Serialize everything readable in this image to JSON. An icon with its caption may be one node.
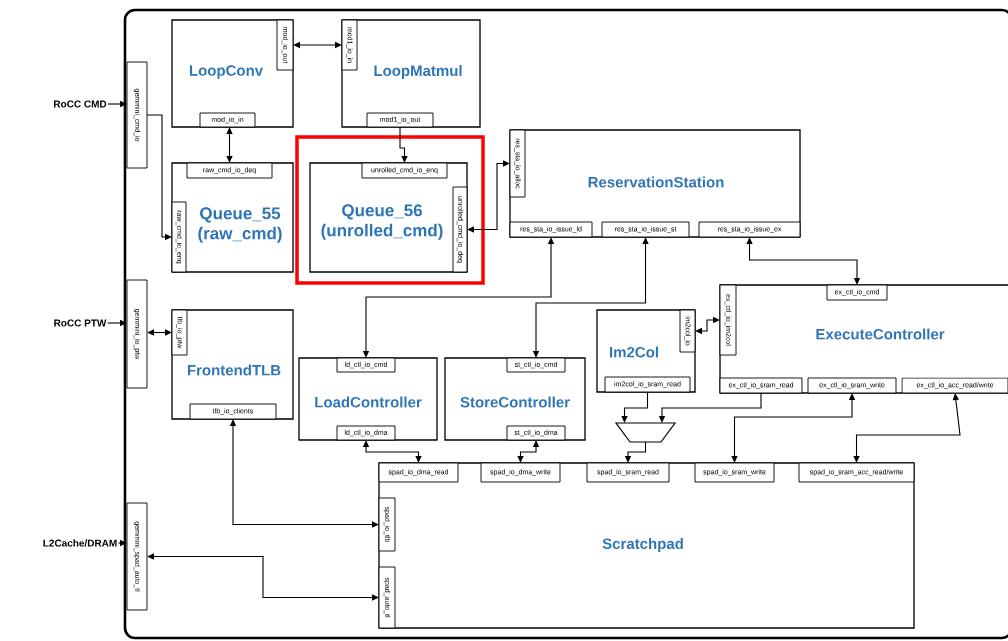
{
  "diagram": {
    "nodes": [
      {
        "text": [],
        "shape": "box"
      },
      {
        "text": [
          "RoCC CMD"
        ]
      },
      {
        "text": [
          "RoCC PTW"
        ]
      },
      {
        "text": [
          "L2Cache/DRAM"
        ]
      },
      {
        "text": [
          "gemmini_cmd_io"
        ],
        "in": 0
      },
      {
        "text": [
          "gemmini_io_ptw"
        ],
        "in": 0
      },
      {
        "text": [
          "gemmini_spad_auto_tl"
        ],
        "in": 0
      },
      {
        "text": [
          "LoopConv"
        ],
        "in": 0
      },
      {
        "text": [
          "mod_io_out"
        ],
        "in": 7
      },
      {
        "text": [
          "mod_io_in"
        ],
        "in": 7
      },
      {
        "text": [
          "LoopMatmul"
        ],
        "in": 0
      },
      {
        "text": [
          "mod1_io_in"
        ],
        "in": 10
      },
      {
        "text": [
          "mod1_io_out"
        ],
        "in": 10
      },
      {
        "text": [
          "Queue_55 (raw_cmd)"
        ],
        "in": 0
      },
      {
        "text": [
          "raw_cmd_io_deq"
        ],
        "in": 13
      },
      {
        "text": [
          "raw_cmd_io_enq"
        ],
        "in": 13
      },
      {
        "text": [],
        "shape": "box",
        "in": 0
      },
      {
        "text": [
          "Queue_56 (unrolled_cmd)"
        ],
        "in": 16
      },
      {
        "text": [
          "unrolled_cmd_io_enq"
        ],
        "in": 17
      },
      {
        "text": [
          "unrolled_cmd_io_deq"
        ],
        "in": 17
      },
      {
        "text": [
          "ReservationStation"
        ],
        "in": 0
      },
      {
        "text": [
          "res_sta_io_alloc"
        ],
        "in": 20
      },
      {
        "text": [
          "res_sta_io_issue_ld"
        ],
        "in": 20
      },
      {
        "text": [
          "res_sta_io_issue_st"
        ],
        "in": 20
      },
      {
        "text": [
          "res_sta_io_issue_ex"
        ],
        "in": 20
      },
      {
        "text": [
          "FrontendTLB"
        ],
        "in": 0
      },
      {
        "text": [
          "tlb_io_ptw"
        ],
        "in": 25
      },
      {
        "text": [
          "tlb_io_clients"
        ],
        "in": 25
      },
      {
        "text": [
          "LoadController"
        ],
        "in": 0
      },
      {
        "text": [
          "ld_ctl_io_cmd"
        ],
        "in": 28
      },
      {
        "text": [
          "ld_ctl_io_dma"
        ],
        "in": 28
      },
      {
        "text": [
          "StoreController"
        ],
        "in": 0
      },
      {
        "text": [
          "st_ctl_io_cmd"
        ],
        "in": 31
      },
      {
        "text": [
          "st_ctl_io_dma"
        ],
        "in": 31
      },
      {
        "text": [
          "Im2Col"
        ],
        "in": 0
      },
      {
        "text": [
          "im2col_io"
        ],
        "in": 34
      },
      {
        "text": [
          "im2col_io_sram_read"
        ],
        "in": 34
      },
      {
        "text": [
          "ExecuteController"
        ],
        "in": 0
      },
      {
        "text": [
          "ex_ctl_io_cmd"
        ],
        "in": 37
      },
      {
        "text": [
          "ex_ctl_io_im2col"
        ],
        "in": 37
      },
      {
        "text": [
          "ex_ctl_io_sram_read"
        ],
        "in": 37
      },
      {
        "text": [
          "ex_ctl_io_sram_write"
        ],
        "in": 37
      },
      {
        "text": [
          "ex_ctl_io_acc_read/write"
        ],
        "in": 37
      },
      {
        "text": [],
        "shape": "trapezoid",
        "in": 0
      },
      {
        "text": [
          "Scratchpad"
        ],
        "in": 0
      },
      {
        "text": [
          "spad_io_dma_read"
        ],
        "in": 44
      },
      {
        "text": [
          "spad_io_dma_write"
        ],
        "in": 44
      },
      {
        "text": [
          "spad_io_sram_read"
        ],
        "in": 44
      },
      {
        "text": [
          "spad_io_sram_write"
        ],
        "in": 44
      },
      {
        "text": [
          "spad_io_sram_acc_read/write"
        ],
        "in": 44
      },
      {
        "text": [
          "spad_io_tlb"
        ],
        "in": 44
      },
      {
        "text": [
          "spad_auto_tl"
        ],
        "in": 44
      }
    ],
    "edges": [
      {
        "from": 1,
        "to": 4,
        "arrow": "to"
      },
      {
        "from": 4,
        "to": 15,
        "arrow": "to"
      },
      {
        "from": 14,
        "to": 9,
        "arrow": "both"
      },
      {
        "from": 8,
        "to": 11,
        "arrow": "both"
      },
      {
        "from": 12,
        "to": 18,
        "arrow": "to"
      },
      {
        "from": 19,
        "to": 21,
        "arrow": "both"
      },
      {
        "from": 22,
        "to": 29,
        "arrow": "both"
      },
      {
        "from": 23,
        "to": 32,
        "arrow": "both"
      },
      {
        "from": 24,
        "to": 38,
        "arrow": "both"
      },
      {
        "from": 2,
        "to": 5,
        "arrow": "to"
      },
      {
        "from": 5,
        "to": 26,
        "arrow": "both"
      },
      {
        "from": 27,
        "to": 50,
        "arrow": "both"
      },
      {
        "from": 6,
        "to": 51,
        "arrow": "both"
      },
      {
        "from": 3,
        "to": 6,
        "arrow": "to"
      },
      {
        "from": 30,
        "to": 45,
        "arrow": "both"
      },
      {
        "from": 33,
        "to": 46,
        "arrow": "both"
      },
      {
        "from": 35,
        "to": 39,
        "arrow": "both"
      },
      {
        "from": 36,
        "to": 43,
        "arrow": "to"
      },
      {
        "from": 40,
        "to": 43,
        "arrow": "to"
      },
      {
        "from": 43,
        "to": 47,
        "arrow": "to"
      },
      {
        "from": 41,
        "to": 48,
        "arrow": "both"
      },
      {
        "from": 42,
        "to": 49,
        "arrow": "both"
      }
    ]
  }
}
